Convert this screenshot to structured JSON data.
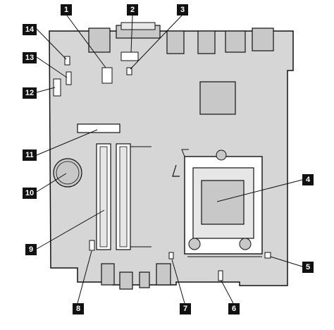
{
  "callouts": {
    "c1": "1",
    "c2": "2",
    "c3": "3",
    "c4": "4",
    "c5": "5",
    "c6": "6",
    "c7": "7",
    "c8": "8",
    "c9": "9",
    "c10": "10",
    "c11": "11",
    "c12": "12",
    "c13": "13",
    "c14": "14"
  },
  "colors": {
    "board": "#d6d6d6",
    "outline": "#111111",
    "component_fill": "#c8c8c8",
    "callout_bg": "#111111",
    "callout_text": "#ffffff"
  }
}
